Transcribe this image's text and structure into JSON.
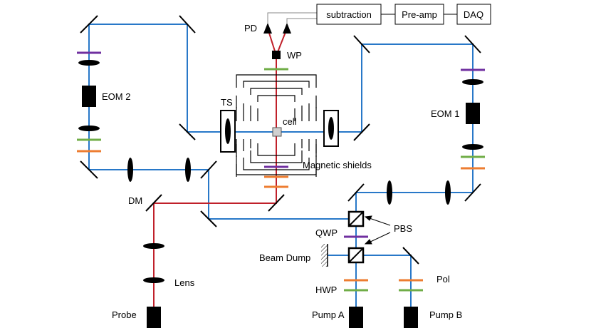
{
  "labels": {
    "pd": "PD",
    "subtraction": "subtraction",
    "preamp": "Pre-amp",
    "daq": "DAQ",
    "wp": "WP",
    "eom2": "EOM 2",
    "eom1": "EOM 1",
    "ts": "TS",
    "cell": "cell",
    "magnetic_shields": "Magnetic shields",
    "dm": "DM",
    "pbs": "PBS",
    "qwp": "QWP",
    "beam_dump": "Beam Dump",
    "lens": "Lens",
    "hwp": "HWP",
    "pol": "Pol",
    "probe": "Probe",
    "pump_a": "Pump A",
    "pump_b": "Pump B"
  },
  "colors": {
    "pump_beam": "#2878c8",
    "probe_beam": "#c0202a",
    "qwp_plate": "#7030a0",
    "hwp_plate": "#ed7d31",
    "green_plate": "#70ad47",
    "component": "#000000",
    "signal_line": "#888888"
  }
}
